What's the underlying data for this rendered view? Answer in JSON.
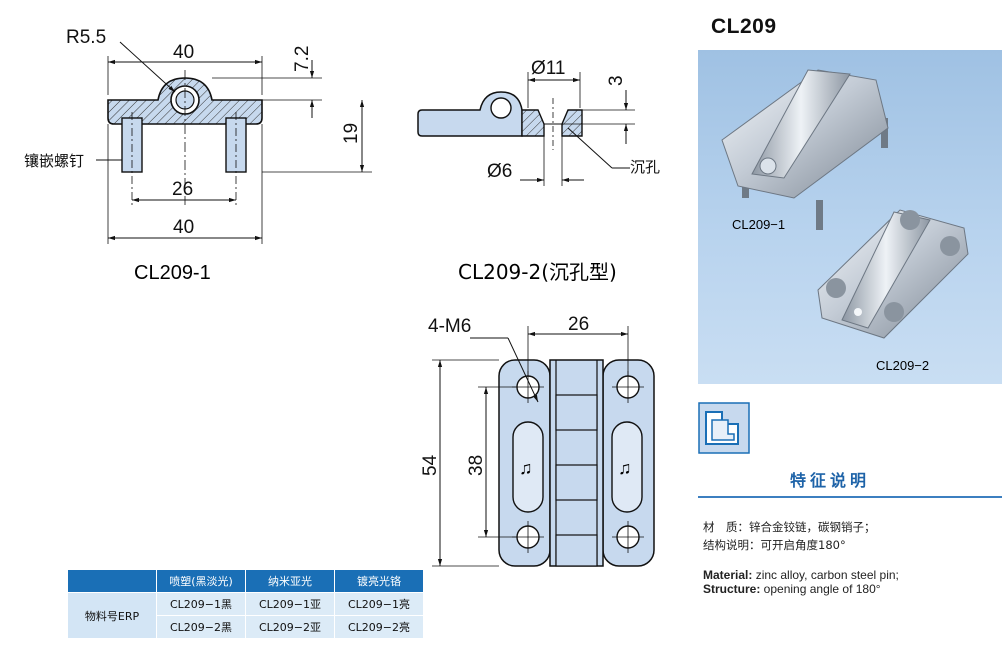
{
  "drawing_cl209_1": {
    "dims": {
      "radius": "R5.5",
      "top_width": "40",
      "height_top": "7.2",
      "height": "19",
      "stud_spacing": "26",
      "bottom_width": "40"
    },
    "stud_label": "镶嵌螺钉",
    "caption": "CL209-1"
  },
  "drawing_cl209_2_side": {
    "dims": {
      "counterbore_dia": "Ø11",
      "depth": "3",
      "hole_dia": "Ø6"
    },
    "counterbore_label": "沉孔",
    "caption": "CL209-2(沉孔型)"
  },
  "drawing_cl209_2_plan": {
    "dims": {
      "holes": "4-M6",
      "hole_spacing_x": "26",
      "overall_height": "54",
      "hole_spacing_y": "38"
    }
  },
  "product": {
    "title": "CL209",
    "photo_labels": [
      "CL209−1",
      "CL209−2"
    ]
  },
  "features": {
    "title": "特征说明",
    "cn_lines": [
      "材　质：锌合金铰链，碳钢销子；",
      "结构说明：可开启角度180°"
    ],
    "en_lines": [
      {
        "label": "Material:",
        "text": " zinc alloy, carbon steel pin;"
      },
      {
        "label": "Structure:",
        "text": " opening angle of 180°"
      }
    ]
  },
  "erp_table": {
    "row_header": "物料号ERP",
    "columns": [
      "喷塑(黑淡光)",
      "纳米亚光",
      "镀亮光铬"
    ],
    "rows": [
      [
        "CL209−1黑",
        "CL209−1亚",
        "CL209−1亮"
      ],
      [
        "CL209−2黑",
        "CL209−2亚",
        "CL209−2亮"
      ]
    ]
  },
  "colors": {
    "accent_blue": "#1a6fb6",
    "panel_blue": "#b8d3ee",
    "drawing_fill": "#c7d9ee"
  }
}
